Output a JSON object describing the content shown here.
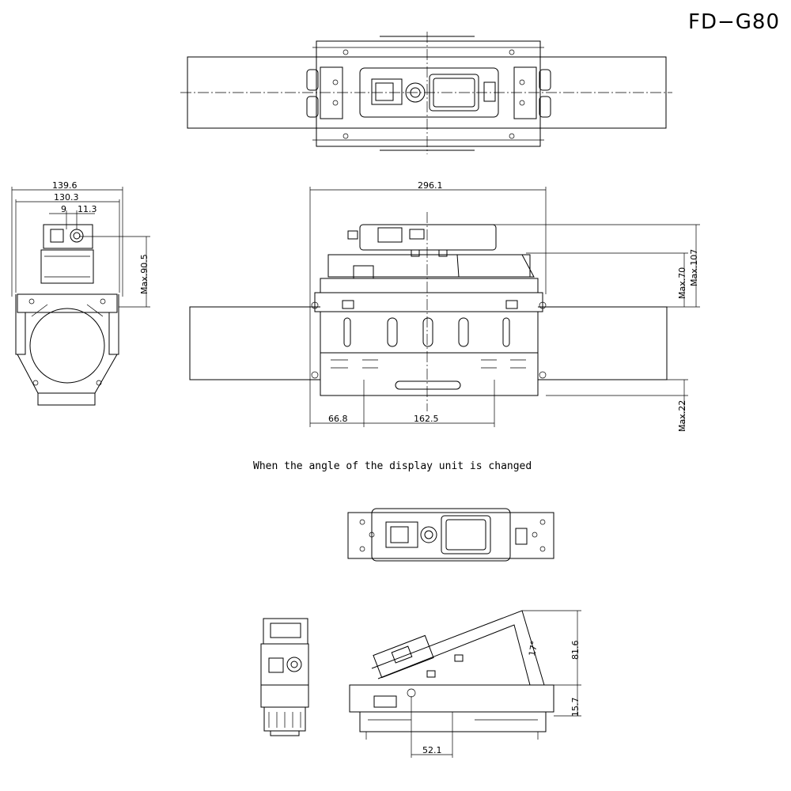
{
  "title": "FD−G80",
  "caption": "When the angle of the display unit is changed",
  "dimensions": {
    "side_width_outer": "139.6",
    "side_width_inner": "130.3",
    "side_offset_a": "9",
    "side_offset_b": "11.3",
    "side_height": "Max.90.5",
    "front_width": "296.1",
    "front_left": "66.8",
    "front_mid": "162.5",
    "front_max70": "Max.70",
    "front_max107": "Max.107",
    "front_max22": "Max.22",
    "tilt_angle": "17°",
    "tilt_height": "81.6",
    "tilt_base": "15.7",
    "tilt_offset": "52.1"
  }
}
